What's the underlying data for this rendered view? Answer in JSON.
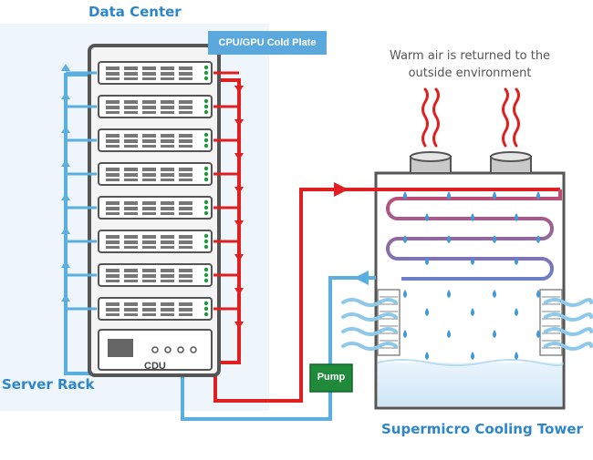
{
  "labels": {
    "data_center": "Data Center",
    "server_rack": "Server Rack",
    "cold_plate": "CPU/GPU  Cold Plate",
    "cdu": "CDU",
    "pump": "Pump",
    "cooling_tower": "Supermicro Cooling Tower",
    "warm_air": "Warm air is returned to the outside environment"
  },
  "colors": {
    "hot_loop": "#e02020",
    "cool_loop": "#5aaee0",
    "label_blue": "#2e86c8",
    "rack_frame": "#555555",
    "pump_green": "#1f8a3a",
    "water": "#d8ecf8",
    "room_bg": "#eef5fb"
  },
  "rack": {
    "server_count": 8,
    "cdu_indicator_dots": 4
  },
  "icons": [
    "heat-wave-icon",
    "water-drop-icon",
    "air-flow-icon",
    "arrow-icon"
  ]
}
